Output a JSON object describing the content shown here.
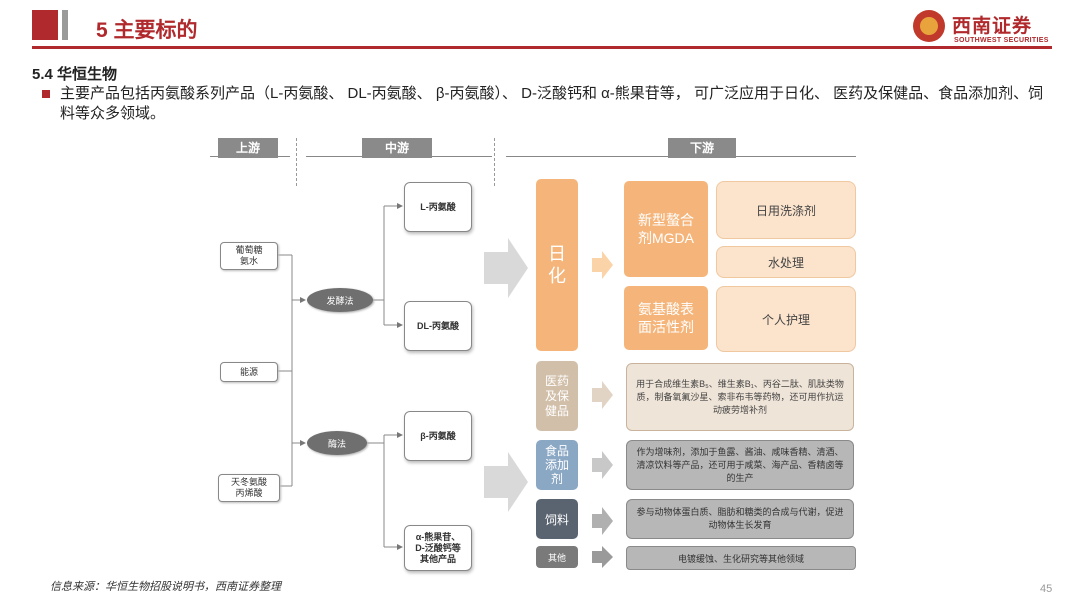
{
  "header": {
    "section_title": "5 主要标的",
    "logo_cn": "西南证券",
    "logo_en": "SOUTHWEST SECURITIES"
  },
  "subsection": "5.4 华恒生物",
  "intro": "主要产品包括丙氨酸系列产品（L-丙氨酸、 DL-丙氨酸、 β-丙氨酸）、 D-泛酸钙和 α-熊果苷等， 可广泛应用于日化、 医药及保健品、食品添加剂、饲料等众多领域。",
  "diagram": {
    "stages": {
      "upstream": "上游",
      "midstream": "中游",
      "downstream": "下游"
    },
    "inputs": {
      "glucose": "葡萄糖\n氨水",
      "energy": "能源",
      "asparagine": "天冬氨酸\n丙烯酸"
    },
    "processes": {
      "fermentation": "发酵法",
      "enzyme": "酶法"
    },
    "products": {
      "l_alanine": "L-丙氨酸",
      "dl_alanine": "DL-丙氨酸",
      "b_alanine": "β-丙氨酸",
      "others": "α-熊果苷、\nD-泛酸钙等\n其他产品"
    },
    "downstream": {
      "daily": {
        "label": "日\n化",
        "sub1": "新型螯合\n剂MGDA",
        "sub2": "氨基酸表\n面活性剂",
        "uses": [
          "日用洗涤剂",
          "水处理",
          "个人护理"
        ]
      },
      "medicine": {
        "label": "医药\n及保\n健品",
        "desc": "用于合成维生素B₅、维生素B₁、丙谷二肽、肌肽类物质，制备氧氟沙星、索非布韦等药物，还可用作抗运动疲劳增补剂"
      },
      "food": {
        "label": "食品\n添加\n剂",
        "desc": "作为增味剂，添加于鱼露、酱油、咸味香精、清酒、清凉饮料等产品，还可用于咸菜、海产品、香精卤等的生产"
      },
      "feed": {
        "label": "饲料",
        "desc": "参与动物体蛋白质、脂肪和糖类的合成与代谢，促进动物体生长发育"
      },
      "other": {
        "label": "其他",
        "desc": "电镀缓蚀、生化研究等其他领域"
      }
    }
  },
  "footer": {
    "source": "信息来源：华恒生物招股说明书，西南证券整理",
    "page": "45"
  },
  "colors": {
    "brand_red": "#b0292c",
    "orange": "#f5b57a",
    "tan": "#d2bfa9",
    "blue": "#8aa7c4",
    "grey": "#8a8a8a"
  }
}
